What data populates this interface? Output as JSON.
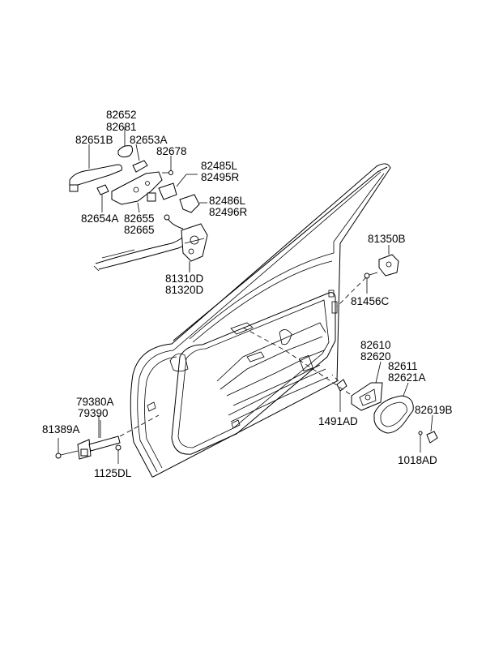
{
  "labels": {
    "p82652": "82652",
    "p82681": "82681",
    "p82651B": "82651B",
    "p82653A": "82653A",
    "p82678": "82678",
    "p82485L": "82485L",
    "p82495R": "82495R",
    "p82486L": "82486L",
    "p82496R": "82496R",
    "p82654A": "82654A",
    "p82655": "82655",
    "p82665": "82665",
    "p81310D": "81310D",
    "p81320D": "81320D",
    "p81350B": "81350B",
    "p81456C": "81456C",
    "p82610": "82610",
    "p82620": "82620",
    "p82611": "82611",
    "p82621A": "82621A",
    "p82619B": "82619B",
    "p1491AD": "1491AD",
    "p1018AD": "1018AD",
    "p79380A": "79380A",
    "p79390": "79390",
    "p81389A": "81389A",
    "p1125DL": "1125DL"
  }
}
